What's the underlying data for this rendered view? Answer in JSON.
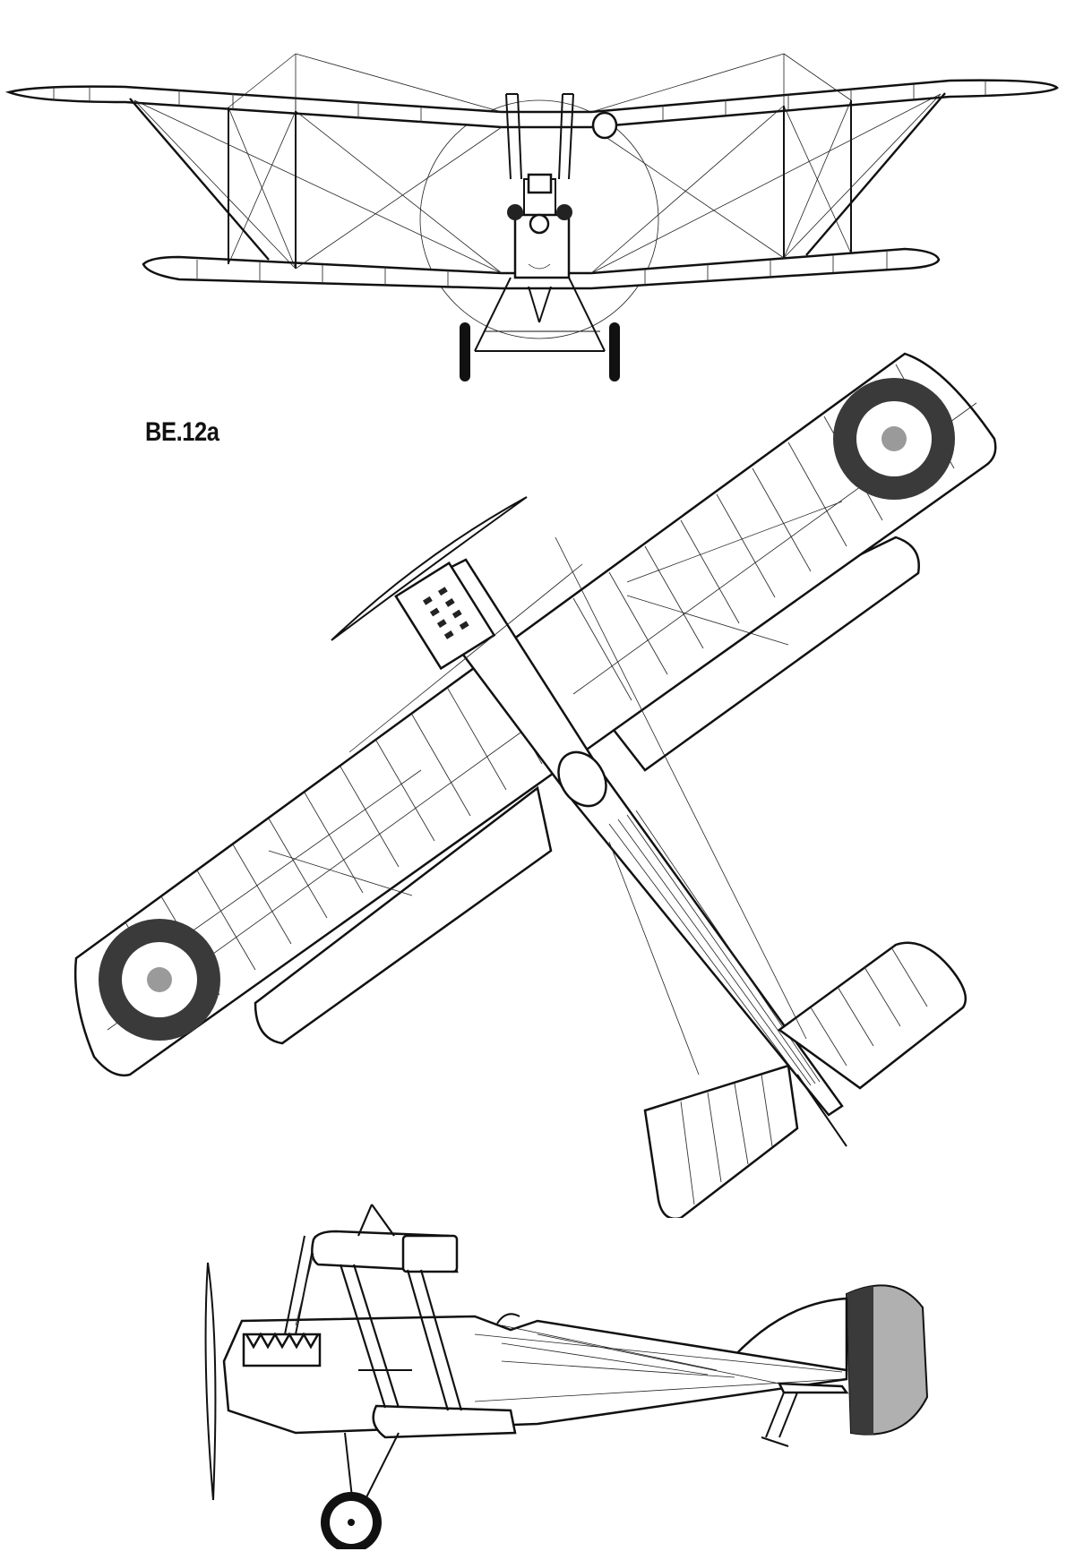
{
  "drawing": {
    "title": "BE.12a",
    "views": [
      "front-view",
      "plan-view",
      "side-view"
    ],
    "colors": {
      "ink": "#111111",
      "roundel_outer": "#3a3a3a",
      "roundel_ring": "#ffffff",
      "roundel_center": "#9a9a9a",
      "rudder_dark": "#3a3a3a",
      "rudder_light": "#b0b0b0"
    }
  }
}
